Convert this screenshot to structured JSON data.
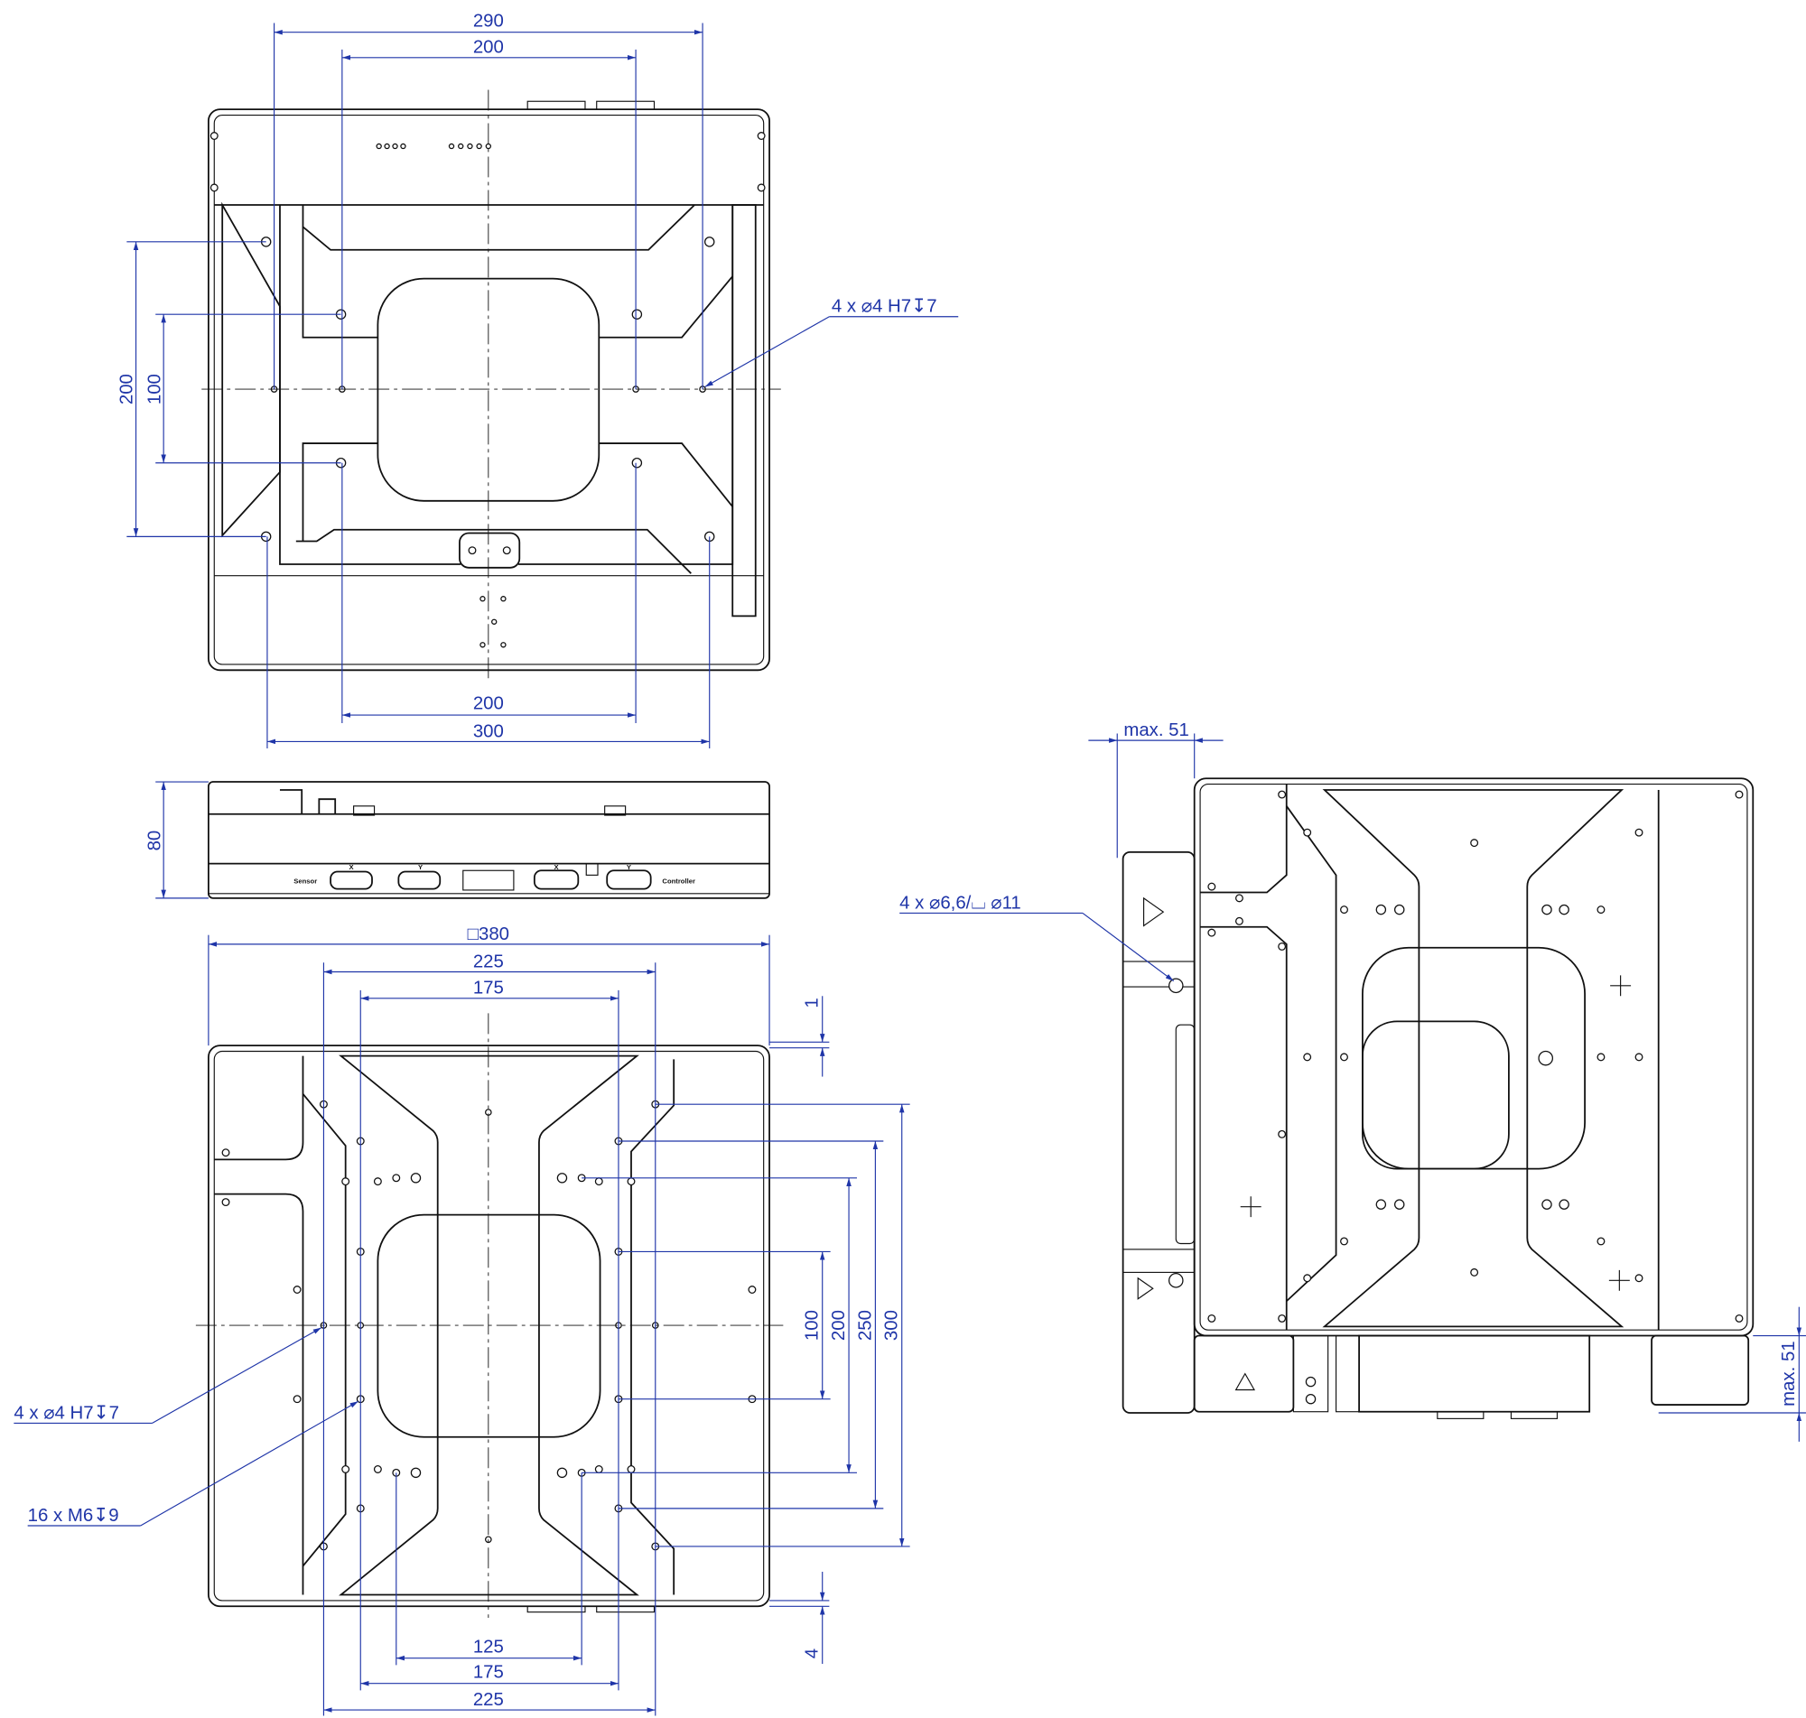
{
  "top_view": {
    "dim_top_outer": "290",
    "dim_top_inner": "200",
    "dim_bottom_inner": "200",
    "dim_bottom_outer": "300",
    "dim_left_outer": "200",
    "dim_left_inner": "100",
    "callout_holes": "4 x ⌀4 H7↧7"
  },
  "side_view": {
    "dim_height": "80",
    "label_sensor": "Sensor",
    "label_sensor_x": "X",
    "label_sensor_y": "Y",
    "label_controller_x": "X",
    "label_controller_y": "Y",
    "label_controller": "Controller"
  },
  "bottom_view": {
    "dim_square": "□380",
    "dim_top_225": "225",
    "dim_top_175": "175",
    "dim_offset_top": "1",
    "dim_100": "100",
    "dim_200": "200",
    "dim_250": "250",
    "dim_300": "300",
    "dim_offset_bottom": "4",
    "dim_bottom_125": "125",
    "dim_bottom_175": "175",
    "dim_bottom_225": "225",
    "callout_pins": "4 x ⌀4 H7↧7",
    "callout_threads": "16 x M6↧9"
  },
  "right_view": {
    "dim_max_left": "max. 51",
    "callout_counterbore": "4 x ⌀6,6/⌴ ⌀11",
    "dim_max_bottom": "max. 51"
  }
}
